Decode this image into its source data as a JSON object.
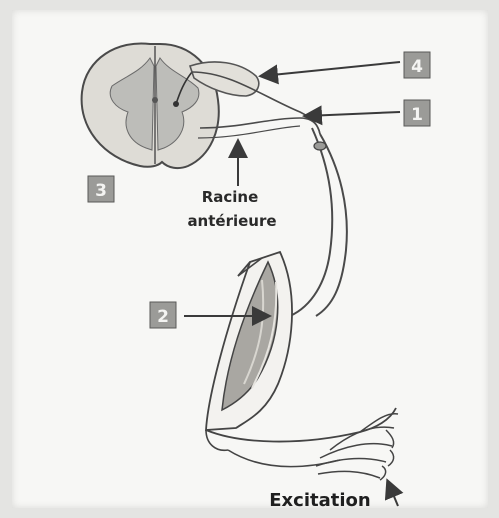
{
  "labels": {
    "marker_1": "1",
    "marker_2": "2",
    "marker_3": "3",
    "marker_4": "4",
    "racine_line1": "Racine",
    "racine_line2": "antérieure",
    "excitation": "Excitation"
  },
  "colors": {
    "marker_bg": "#9b9b98",
    "line": "#3a3a3a",
    "gray_matter": "#bdbdb9",
    "white_matter": "#d9d7d2",
    "muscle": "#a9a7a2",
    "paper": "#f7f7f5"
  }
}
